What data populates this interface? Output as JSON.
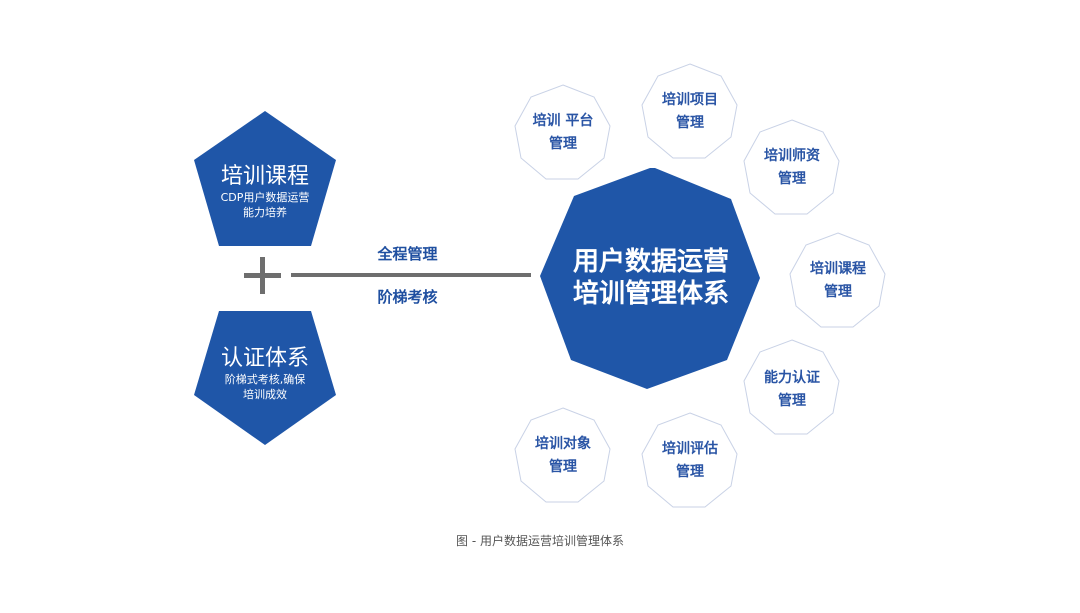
{
  "colors": {
    "primary_blue": "#1f56a8",
    "connector_gray": "#6e6e6e",
    "node_border": "#c9d2e6",
    "node_text": "#2a55a5",
    "caption_text": "#555555"
  },
  "left": {
    "top_pentagon": {
      "title": "培训课程",
      "subtitle_line1": "CDP用户数据运营",
      "subtitle_line2": "能力培养"
    },
    "plus_symbol": "+",
    "bottom_pentagon": {
      "title": "认证体系",
      "subtitle_line1": "阶梯式考核,确保",
      "subtitle_line2": "培训成效"
    }
  },
  "connector": {
    "label_top": "全程管理",
    "label_bottom": "阶梯考核"
  },
  "center": {
    "line1": "用户数据运营",
    "line2": "培训管理体系"
  },
  "nodes": [
    {
      "line1": "培训 平台",
      "line2": "管理"
    },
    {
      "line1": "培训项目",
      "line2": "管理"
    },
    {
      "line1": "培训师资",
      "line2": "管理"
    },
    {
      "line1": "培训课程",
      "line2": "管理"
    },
    {
      "line1": "能力认证",
      "line2": "管理"
    },
    {
      "line1": "培训评估",
      "line2": "管理"
    },
    {
      "line1": "培训对象",
      "line2": "管理"
    }
  ],
  "caption": "图 - 用户数据运营培训管理体系"
}
